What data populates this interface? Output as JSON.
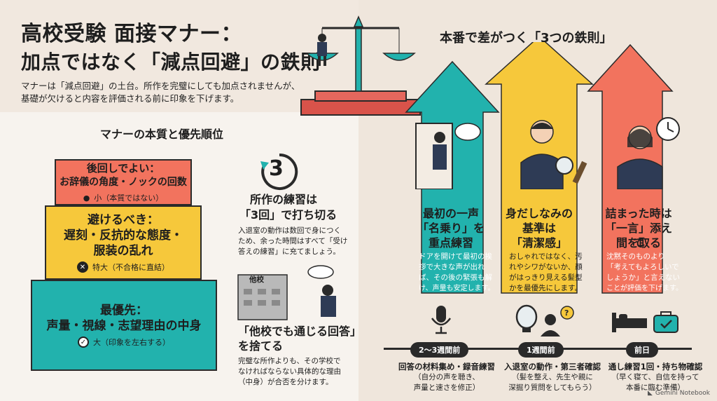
{
  "header": {
    "title_line1": "高校受験 面接マナー：",
    "title_line2": "加点ではなく「減点回避」の鉄則",
    "desc_line1": "マナーは「減点回避」の土台。所作を完璧にしても加点されませんが、",
    "desc_line2": "基礎が欠けると内容を評価される前に印象を下げます。"
  },
  "pyramid": {
    "title": "マナーの本質と優先順位",
    "top": {
      "h1": "後回しでよい：",
      "h2": "お辞儀の角度・ノックの回数",
      "sub": "小（本質ではない）"
    },
    "mid": {
      "h1": "避けるべき：",
      "h2": "遅刻・反抗的な態度・",
      "h3": "服装の乱れ",
      "sub": "特大（不合格に直結）"
    },
    "base": {
      "h1": "最優先：",
      "h2": "声量・視線・志望理由の中身",
      "sub": "大（印象を左右する）"
    }
  },
  "tip1": {
    "number": "3",
    "h1": "所作の練習は",
    "h2": "「3回」で打ち切る",
    "b1": "入退室の動作は数回で身につく",
    "b2": "ため、余った時間はすべて「受け",
    "b3": "答えの練習」に充てましょう。"
  },
  "tip2": {
    "building": "他校",
    "h1": "「他校でも通じる回答」",
    "h2": "を捨てる",
    "b1": "完璧な所作よりも、その学校で",
    "b2": "なければならない具体的な理由",
    "b3": "（中身）が合否を分けます。"
  },
  "right": {
    "title": "本番で差がつく「3つの鉄則」",
    "arrows": [
      {
        "h1": "最初の一声",
        "h2": "「名乗り」を",
        "h3": "重点練習",
        "b": [
          "ドアを開けて最初の挨",
          "拶で大きな声が出れ",
          "ば、その後の緊張も解",
          "け、声量も安定します。"
        ],
        "color": "#22b2ad"
      },
      {
        "h1": "身だしなみの",
        "h2": "基準は",
        "h3": "「清潔感」",
        "b": [
          "おしゃれではなく、汚",
          "れやシワがないか、顔",
          "がはっきり見える髪型",
          "かを最優先にします。"
        ],
        "color": "#f6c83b"
      },
      {
        "h1": "詰まった時は",
        "h2": "「一言」添えて",
        "h3": "間を取る",
        "b": [
          "沈黙そのものより",
          "「考えてもよろしいで",
          "しょうか」と言えない",
          "ことが評価を下げます。"
        ],
        "color": "#f2735e"
      }
    ]
  },
  "timeline": [
    {
      "label": "2〜3週間前",
      "h": "回答の材料集め・録音練習",
      "s1": "（自分の声を聴き、",
      "s2": "声量と速さを修正）"
    },
    {
      "label": "1週間前",
      "h": "入退室の動作・第三者確認",
      "s1": "（髪を整え、先生や親に",
      "s2": "深掘り質問をしてもらう）"
    },
    {
      "label": "前日",
      "h": "通し練習1回・持ち物確認",
      "s1": "（早く寝て、自信を持って",
      "s2": "本番に臨む準備）"
    }
  ],
  "footer": {
    "brand": "Gemini Notebook"
  },
  "colors": {
    "red": "#f2735e",
    "yellow": "#f6c83b",
    "teal": "#22b2ad",
    "dark": "#2a2a2a"
  }
}
